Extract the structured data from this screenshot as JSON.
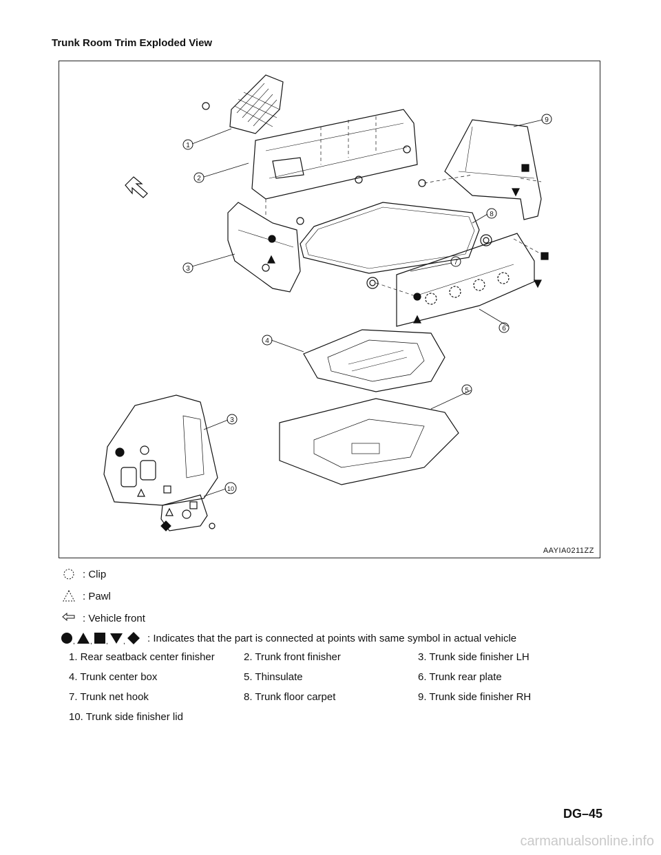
{
  "page": {
    "title": "Trunk Room Trim Exploded View",
    "page_number": "DG–45",
    "watermark": "carmanualsonline.info"
  },
  "figure": {
    "id": "AAYIA0211ZZ",
    "callouts": [
      "1",
      "2",
      "3",
      "4",
      "5",
      "6",
      "7",
      "8",
      "9",
      "10"
    ]
  },
  "legend": {
    "clip": ": Clip",
    "pawl": ": Pawl",
    "front": ": Vehicle front",
    "symbols": ": Indicates that the part is connected at points with same symbol in actual vehicle"
  },
  "parts": [
    "1. Rear seatback center finisher",
    "2. Trunk front finisher",
    "3. Trunk side finisher LH",
    "4. Trunk center box",
    "5. Thinsulate",
    "6. Trunk rear plate",
    "7. Trunk net hook",
    "8. Trunk floor carpet",
    "9. Trunk side finisher RH",
    "10. Trunk side finisher lid"
  ]
}
